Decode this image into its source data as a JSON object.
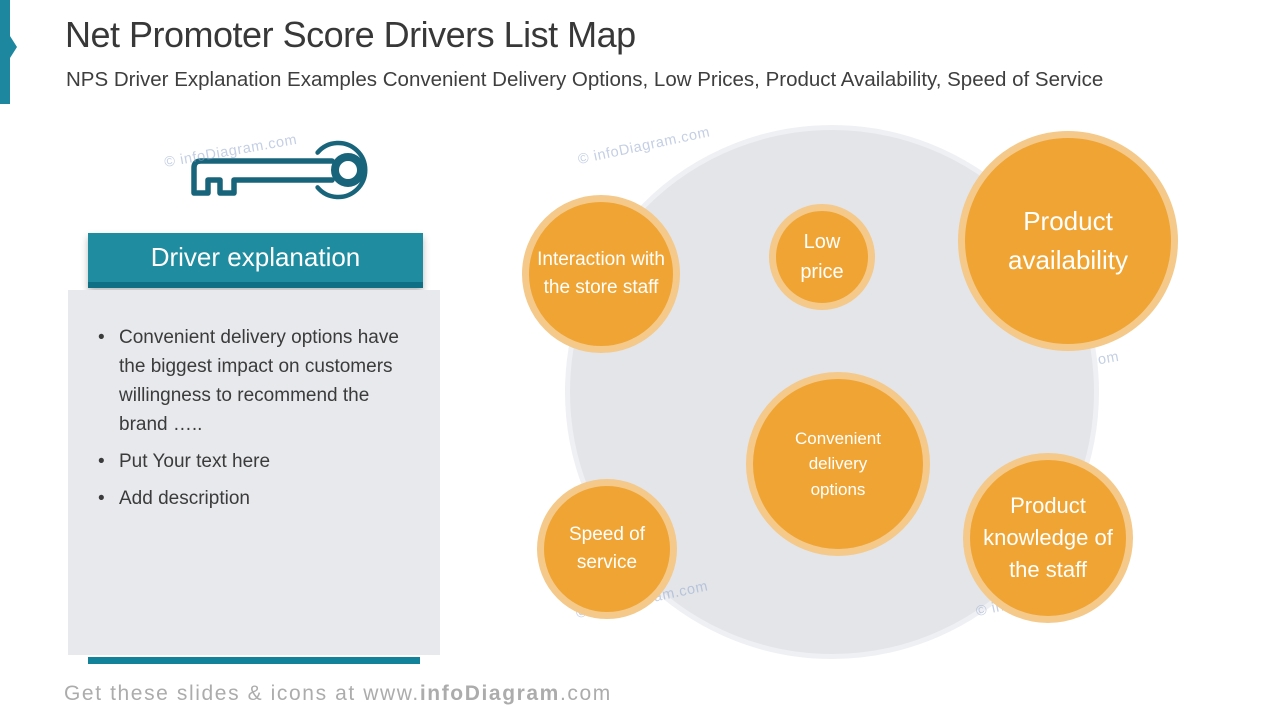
{
  "slide": {
    "title": "Net Promoter Score Drivers List Map",
    "subtitle": "NPS Driver Explanation Examples Convenient Delivery Options, Low Prices, Product Availability, Speed of Service"
  },
  "explanation_panel": {
    "header": "Driver explanation",
    "bullets": [
      "Convenient delivery options have the biggest impact on customers willingness to recommend the brand …..",
      "Put Your text here",
      "Add description"
    ]
  },
  "bubble_map": {
    "bubbles": [
      {
        "label": "Interaction with the store staff"
      },
      {
        "label": "Low price"
      },
      {
        "label": "Product availability"
      },
      {
        "label": "Convenient delivery options"
      },
      {
        "label": "Speed of service"
      },
      {
        "label": "Product knowledge of the staff"
      }
    ]
  },
  "footer": {
    "text_prefix": "Get these slides & icons at www.",
    "text_brand": "infoDiagram",
    "text_suffix": ".com"
  },
  "watermark": {
    "text": "© infoDiagram.com"
  },
  "colors": {
    "teal": "#1F8CA0",
    "teal_dark": "#0F7085",
    "orange": "#F0A433",
    "orange_ring": "#F4C98A",
    "map_circle_gray": "#E3E5E9",
    "panel_gray": "#E7E9EC",
    "footer_gray": "#ACACAC",
    "key_icon_stroke": "#18657B"
  }
}
